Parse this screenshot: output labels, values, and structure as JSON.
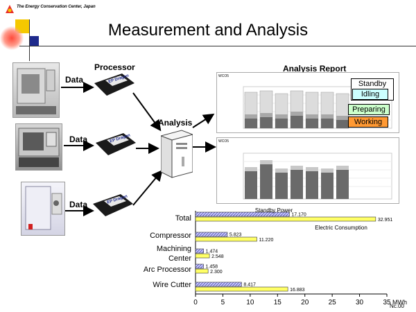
{
  "header": {
    "org": "The Energy Conservation Center, Japan"
  },
  "slide": {
    "title": "Measurement and Analysis"
  },
  "diagram": {
    "data_label": "Data",
    "processor_label": "Processor",
    "device_text": "EP Dragon",
    "analysis_label": "Analysis",
    "analysis_report_label": "Analysis Report",
    "state_standby": "Standby",
    "state_idling": "Idling",
    "state_preparing": "Preparing",
    "state_working": "Working",
    "report_top_title": "WCO5",
    "report_bottom_title": "WCO5"
  },
  "chart_data": {
    "type": "bar",
    "orientation": "horizontal",
    "categories": [
      "Total",
      "Compressor",
      "Machining Center",
      "Arc Processor",
      "Wire Cutter"
    ],
    "series": [
      {
        "name": "Standby Power",
        "values": [
          17.17,
          5.823,
          1.474,
          1.458,
          8.417
        ],
        "labels": [
          "17.170",
          "5.823",
          "1.474",
          "1.458",
          "8.417"
        ],
        "color": "#c8c8ff",
        "pattern": "hatch"
      },
      {
        "name": "Electric Consumption",
        "values": [
          32.951,
          11.22,
          2.548,
          2.3,
          16.883
        ],
        "labels": [
          "32.951",
          "11.220",
          "2.548",
          "2.300",
          "16.883"
        ],
        "color": "#ffff66"
      }
    ],
    "xticks": [
      0,
      5,
      10,
      15,
      20,
      25,
      30,
      35
    ],
    "xlim": [
      0,
      35
    ],
    "unit": "MWh",
    "footer": "Nc.00"
  },
  "colors": {
    "accent_red": "#e8302a",
    "accent_yellow": "#f5c800",
    "accent_blue": "#1e2a8c"
  }
}
